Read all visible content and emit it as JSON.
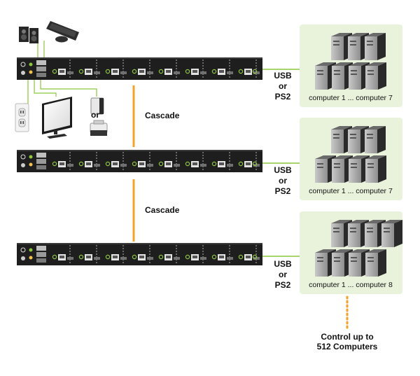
{
  "connector_labels": [
    {
      "line1": "USB",
      "line2": "or",
      "line3": "PS2"
    },
    {
      "line1": "USB",
      "line2": "or",
      "line3": "PS2"
    },
    {
      "line1": "USB",
      "line2": "or",
      "line3": "PS2"
    }
  ],
  "cascade_labels": [
    "Cascade",
    "Cascade"
  ],
  "or_label": "or",
  "computer_groups": [
    {
      "caption": "computer 1 ... computer 7"
    },
    {
      "caption": "computer 1 ... computer 7"
    },
    {
      "caption": "computer 1 ... computer 8"
    }
  ],
  "footer": {
    "line1": "Control up to",
    "line2": "512 Computers"
  },
  "colors": {
    "accent_green": "#8cc63f",
    "panel_green": "#e9f3dc",
    "cascade_orange": "#f7a128",
    "device_dark": "#1e1e1e"
  }
}
